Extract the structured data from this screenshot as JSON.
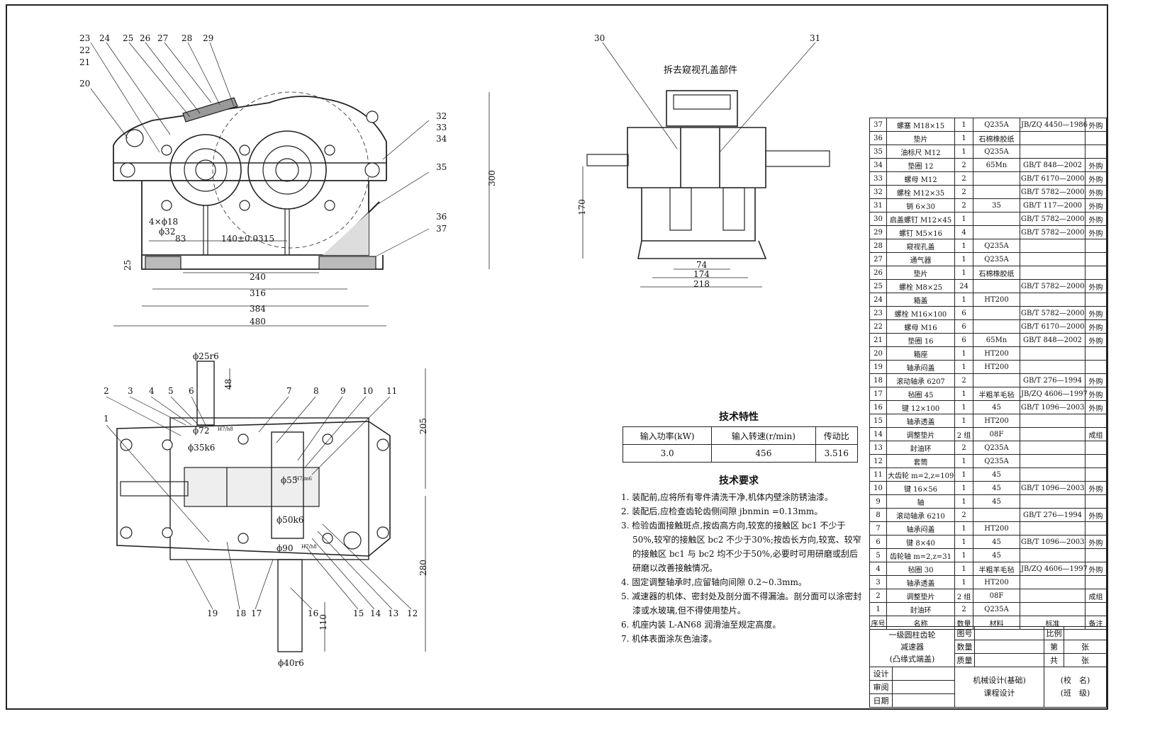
{
  "views": {
    "side_view_note": "拆去窥视孔盖部件",
    "front_labels": [
      "23",
      "22",
      "21",
      "24",
      "25",
      "26",
      "27",
      "28",
      "29",
      "20",
      "32",
      "33",
      "34",
      "35",
      "36",
      "37"
    ],
    "side_labels": [
      "30",
      "31"
    ],
    "top_labels": [
      "2",
      "3",
      "4",
      "5",
      "6",
      "7",
      "8",
      "9",
      "10",
      "11",
      "1",
      "19",
      "18",
      "17",
      "16",
      "15",
      "14",
      "13",
      "12"
    ],
    "dims": {
      "d300": "300",
      "d4x18": "4×ϕ18",
      "d32": "ϕ32",
      "d83": "83",
      "d140": "140±0.0315",
      "d25": "25",
      "d240": "240",
      "d316": "316",
      "d384": "384",
      "d480": "480",
      "d170": "170",
      "d74": "74",
      "d174": "174",
      "d218": "218",
      "d25r6": "ϕ25r6",
      "d48": "48",
      "d205": "205",
      "d280": "280",
      "d72": "ϕ72",
      "d35k6": "ϕ35k6",
      "d55": "ϕ55",
      "d50k6": "ϕ50k6",
      "d90": "ϕ90",
      "d110": "110",
      "d40r6": "ϕ40r6",
      "fit_h7h8": "H7/h8",
      "fit_h7m6": "H7/m6"
    }
  },
  "tech": {
    "title": "技术特性",
    "headers": [
      "输入功率(kW)",
      "输入转速(r/min)",
      "传动比"
    ],
    "values": [
      "3.0",
      "456",
      "3.516"
    ]
  },
  "requirements": {
    "title": "技术要求",
    "items": [
      "1. 装配前,应将所有零件清洗干净,机体内壁涂防锈油漆。",
      "2. 装配后,应检查齿轮齿侧间隙 jbnmin =0.13mm。",
      "3. 检验齿面接触斑点,按齿高方向,较宽的接触区 bc1 不少于50%,较窄的接触区 bc2 不少于30%;按齿长方向,较宽、较窄的接触区 bc1 与 bc2 均不少于50%,必要时可用研磨或刮后研磨以改善接触情况。",
      "4. 固定调整轴承时,应留轴向间隙 0.2~0.3mm。",
      "5. 减速器的机体、密封处及剖分面不得漏油。剖分面可以涂密封漆或水玻璃,但不得使用垫片。",
      "6. 机座内装 L-AN68 润滑油至规定高度。",
      "7. 机体表面涂灰色油漆。"
    ]
  },
  "bom": {
    "rows": [
      [
        "37",
        "螺塞 M18×15",
        "1",
        "Q235A",
        "JB/ZQ 4450—1986",
        "外购"
      ],
      [
        "36",
        "垫片",
        "1",
        "石棉橡胶纸",
        "",
        ""
      ],
      [
        "35",
        "油标尺 M12",
        "1",
        "Q235A",
        "",
        ""
      ],
      [
        "34",
        "垫圈 12",
        "2",
        "65Mn",
        "GB/T 848—2002",
        "外购"
      ],
      [
        "33",
        "螺母 M12",
        "2",
        "",
        "GB/T 6170—2000",
        "外购"
      ],
      [
        "32",
        "螺栓 M12×35",
        "2",
        "",
        "GB/T 5782—2000",
        "外购"
      ],
      [
        "31",
        "销 6×30",
        "2",
        "35",
        "GB/T 117—2000",
        "外购"
      ],
      [
        "30",
        "启盖螺钉 M12×45",
        "1",
        "",
        "GB/T 5782—2000",
        "外购"
      ],
      [
        "29",
        "螺钉 M5×16",
        "4",
        "",
        "GB/T 5782—2000",
        "外购"
      ],
      [
        "28",
        "窥视孔盖",
        "1",
        "Q235A",
        "",
        ""
      ],
      [
        "27",
        "通气器",
        "1",
        "Q235A",
        "",
        ""
      ],
      [
        "26",
        "垫片",
        "1",
        "石棉橡胶纸",
        "",
        ""
      ],
      [
        "25",
        "螺栓 M8×25",
        "24",
        "",
        "GB/T 5782—2000",
        "外购"
      ],
      [
        "24",
        "箱盖",
        "1",
        "HT200",
        "",
        ""
      ],
      [
        "23",
        "螺栓 M16×100",
        "6",
        "",
        "GB/T 5782—2000",
        "外购"
      ],
      [
        "22",
        "螺母 M16",
        "6",
        "",
        "GB/T 6170—2000",
        "外购"
      ],
      [
        "21",
        "垫圈 16",
        "6",
        "65Mn",
        "GB/T 848—2002",
        "外购"
      ],
      [
        "20",
        "箱座",
        "1",
        "HT200",
        "",
        ""
      ],
      [
        "19",
        "轴承闷盖",
        "1",
        "HT200",
        "",
        ""
      ],
      [
        "18",
        "滚动轴承 6207",
        "2",
        "",
        "GB/T 276—1994",
        "外购"
      ],
      [
        "17",
        "毡圈 45",
        "1",
        "半粗羊毛毡",
        "JB/ZQ 4606—1997",
        "外购"
      ],
      [
        "16",
        "键 12×100",
        "1",
        "45",
        "GB/T 1096—2003",
        "外购"
      ],
      [
        "15",
        "轴承透盖",
        "1",
        "HT200",
        "",
        ""
      ],
      [
        "14",
        "调整垫片",
        "2 组",
        "08F",
        "",
        "成组"
      ],
      [
        "13",
        "封油环",
        "2",
        "Q235A",
        "",
        ""
      ],
      [
        "12",
        "套筒",
        "1",
        "Q235A",
        "",
        ""
      ],
      [
        "11",
        "大齿轮 m=2,z=109",
        "1",
        "45",
        "",
        ""
      ],
      [
        "10",
        "键 16×56",
        "1",
        "45",
        "GB/T 1096—2003",
        "外购"
      ],
      [
        "9",
        "轴",
        "1",
        "45",
        "",
        ""
      ],
      [
        "8",
        "滚动轴承 6210",
        "2",
        "",
        "GB/T 276—1994",
        "外购"
      ],
      [
        "7",
        "轴承闷盖",
        "1",
        "HT200",
        "",
        ""
      ],
      [
        "6",
        "键 8×40",
        "1",
        "45",
        "GB/T 1096—2003",
        "外购"
      ],
      [
        "5",
        "齿轮轴 m=2,z=31",
        "1",
        "45",
        "",
        ""
      ],
      [
        "4",
        "毡圈 30",
        "1",
        "半粗羊毛毡",
        "JB/ZQ 4606—1997",
        "外购"
      ],
      [
        "3",
        "轴承透盖",
        "1",
        "HT200",
        "",
        ""
      ],
      [
        "2",
        "调整垫片",
        "2 组",
        "08F",
        "",
        "成组"
      ],
      [
        "1",
        "封油环",
        "2",
        "Q235A",
        "",
        ""
      ]
    ],
    "header": [
      "序号",
      "名称",
      "数量",
      "材料",
      "标准",
      "备注"
    ]
  },
  "title_block": {
    "name_l1": "一级圆柱齿轮",
    "name_l2": "减速器",
    "name_l3": "(凸缘式端盖)",
    "drawing_no": "图号",
    "scale": "比例",
    "quantity": "数量",
    "sheet_no": "第",
    "sheet_unit": "张",
    "mass": "质量",
    "total": "共",
    "total_unit": "张",
    "design": "设计",
    "review": "审阅",
    "date": "日期",
    "course_l1": "机械设计(基础)",
    "course_l2": "课程设计",
    "school": "(校　名)",
    "class": "(班　级)"
  }
}
